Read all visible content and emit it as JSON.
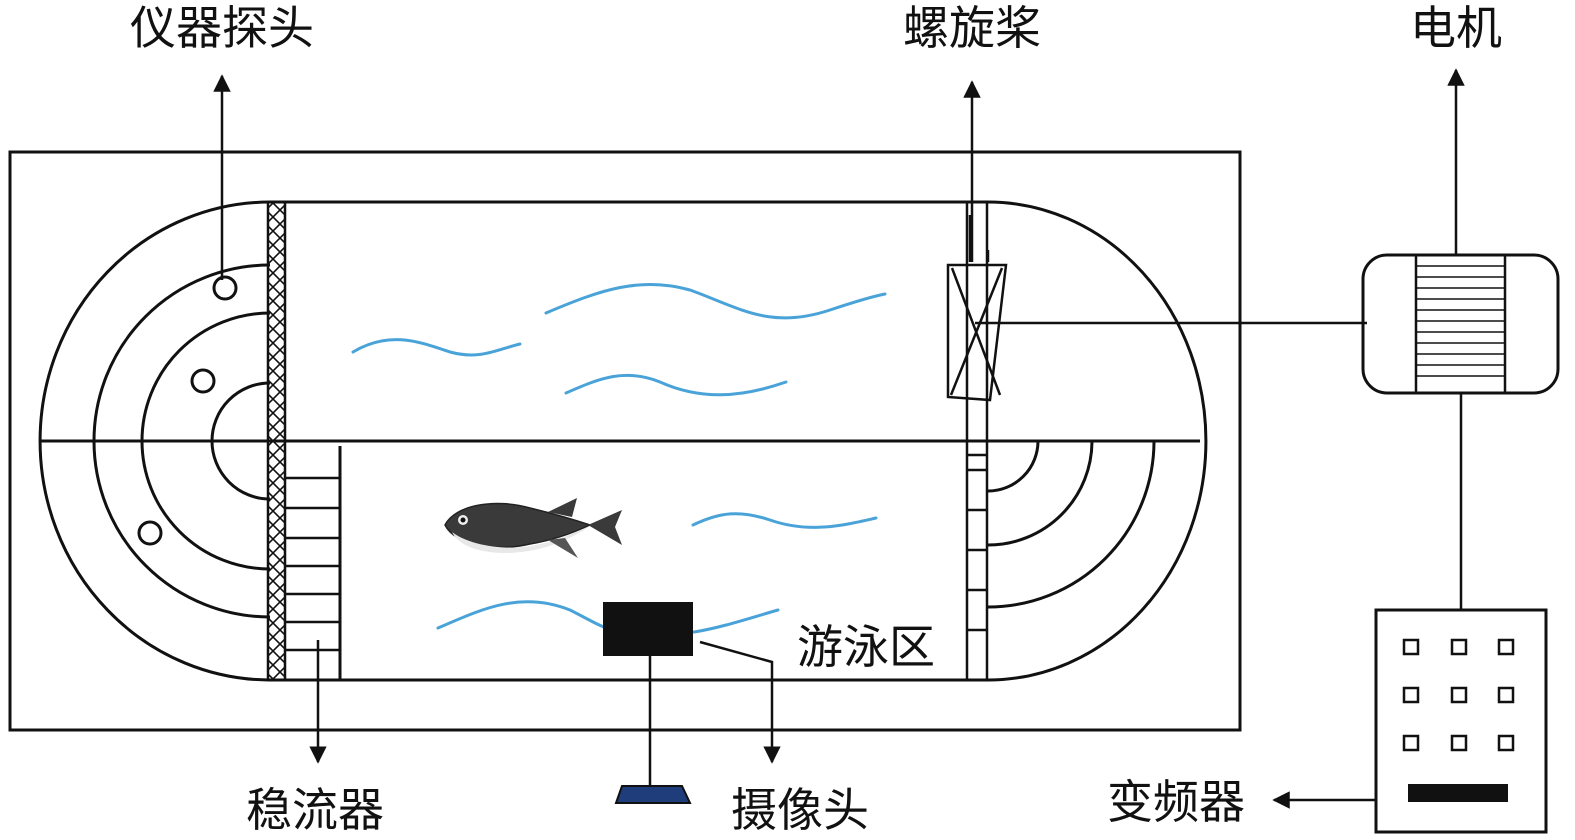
{
  "labels": {
    "probe": "仪器探头",
    "propeller": "螺旋桨",
    "motor": "电机",
    "stabilizer": "稳流器",
    "camera": "摄像头",
    "swim_zone": "游泳区",
    "inverter": "变频器"
  },
  "colors": {
    "line": "#111111",
    "water_wave": "#4aa3d8",
    "camera_base": "#1f3d7a",
    "fish_body": "#3a3a3a",
    "fish_belly": "#e8e8e8"
  },
  "icons": {
    "fish": "pufferfish-icon",
    "camera": "camera-icon",
    "motor": "motor-icon",
    "inverter": "control-panel-icon"
  }
}
